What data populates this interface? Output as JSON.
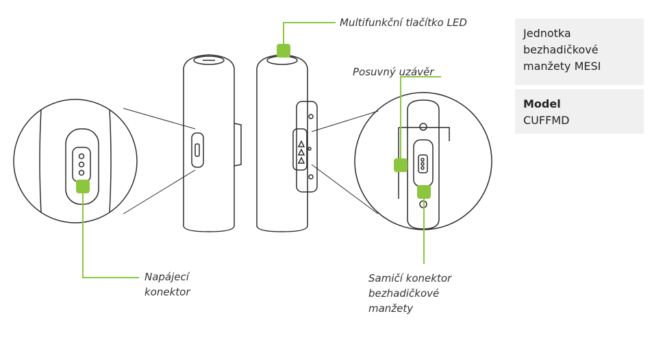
{
  "callouts": {
    "led": "Multifunkční tlačítko LED",
    "slide_cover": "Posuvný uzávěr",
    "power_connector": [
      "Napájecí",
      "konektor"
    ],
    "female_connector": [
      "Samičí konektor",
      "bezhadičkové",
      "manžety"
    ]
  },
  "info": {
    "unit_name": [
      "Jednotka",
      "bezhadičkové",
      "manžety MESI"
    ],
    "model_label": "Model",
    "model_value": "CUFFMD"
  },
  "colors": {
    "accent": "#8cc63f",
    "line": "#2b2b2b",
    "info_bg": "#f0f0f0"
  }
}
